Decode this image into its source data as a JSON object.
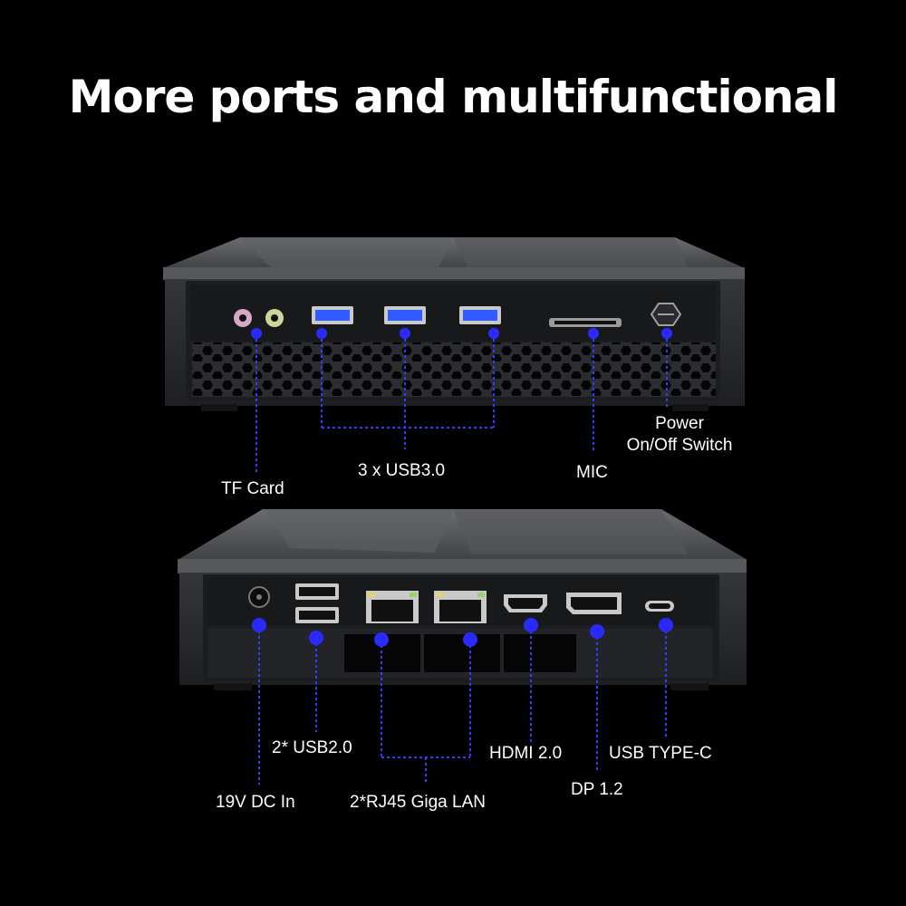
{
  "headline": "More ports and multifunctional",
  "colors": {
    "background": "#000000",
    "callout_dot": "#2a2aff",
    "callout_line": "#3a3aff",
    "chassis_top": "#5a5c60",
    "chassis_body": "#2a2b2e",
    "text": "#ffffff"
  },
  "front_panel": {
    "labels": {
      "tf_card": "TF Card",
      "usb30": "3 x USB3.0",
      "mic": "MIC",
      "power_line1": "Power",
      "power_line2": "On/Off Switch"
    },
    "icons": [
      "audio-jack-icon",
      "mic-jack-icon",
      "usb3-port-icon",
      "tf-card-slot-icon",
      "power-button-icon"
    ]
  },
  "rear_panel": {
    "labels": {
      "usb20": "2* USB2.0",
      "hdmi": "HDMI 2.0",
      "usb_typec": "USB TYPE-C",
      "dc_in": "19V DC In",
      "rj45": "2*RJ45 Giga LAN",
      "dp": "DP 1.2"
    },
    "icons": [
      "dc-jack-icon",
      "usb2-port-icon",
      "rj45-port-icon",
      "hdmi-port-icon",
      "displayport-icon",
      "usb-c-port-icon"
    ]
  }
}
